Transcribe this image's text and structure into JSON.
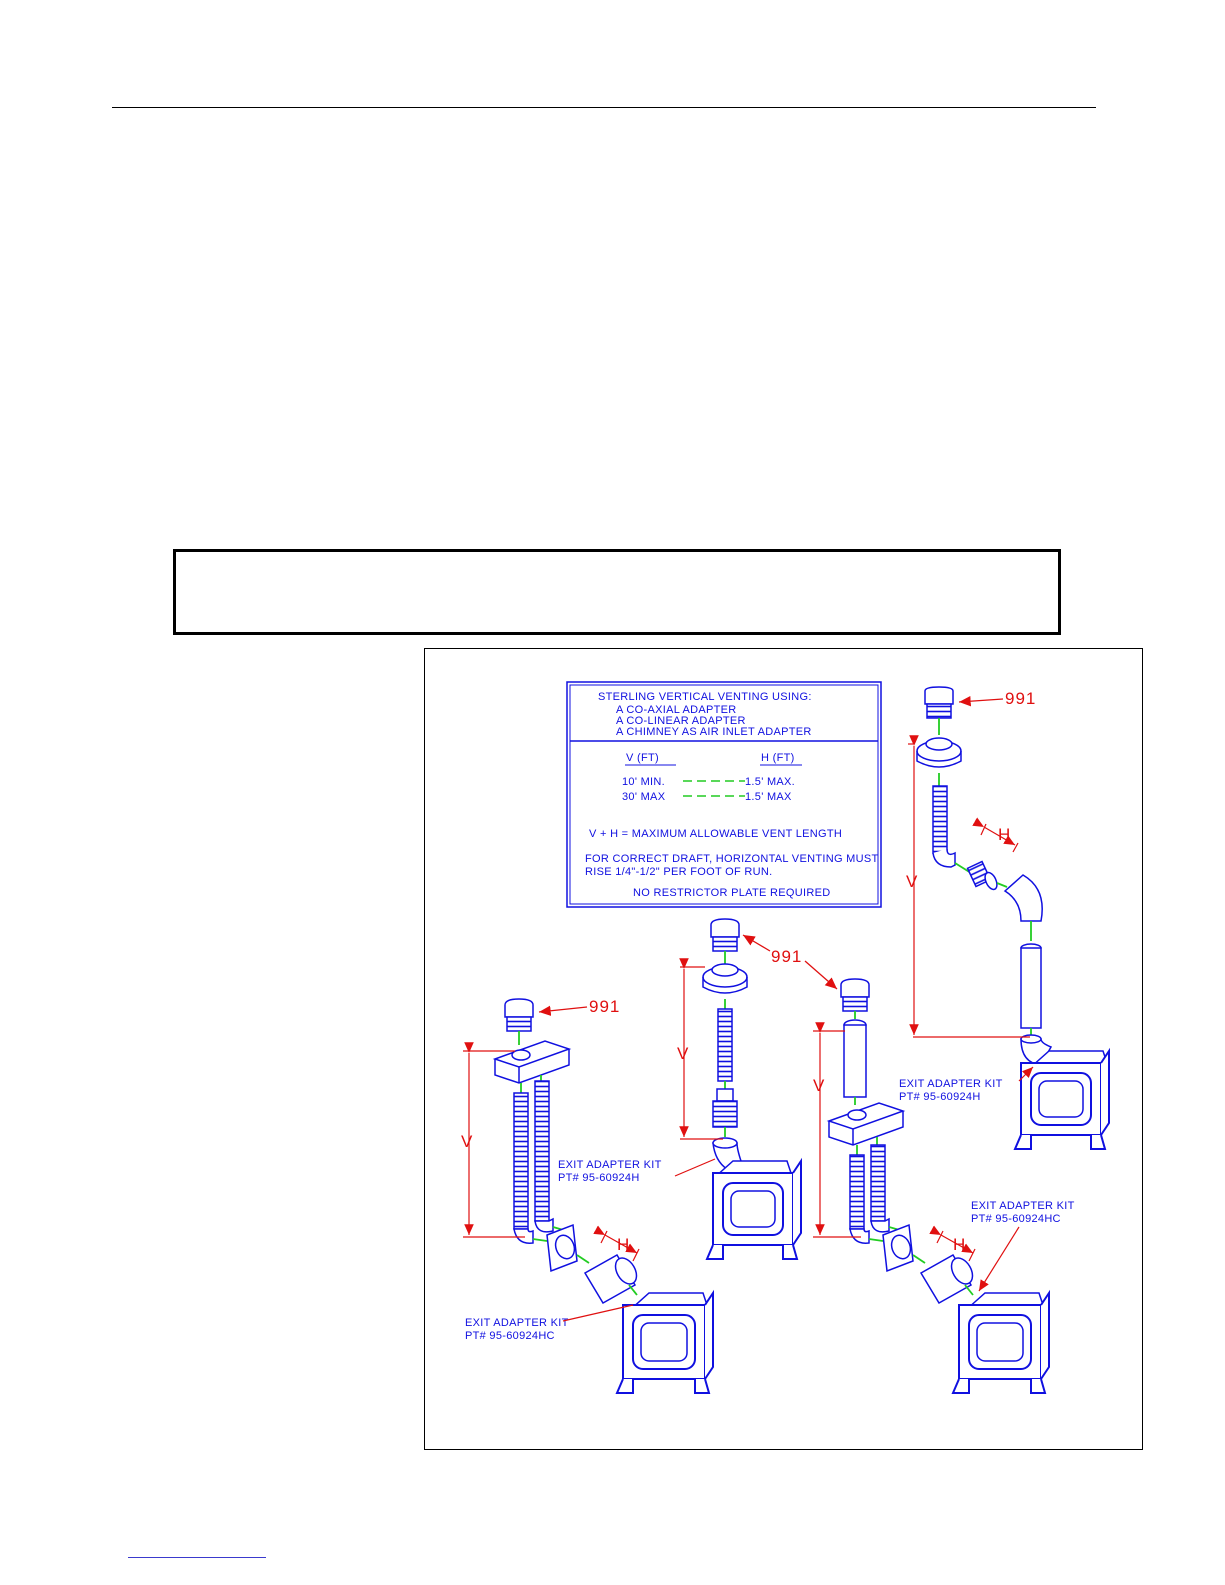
{
  "table": {
    "title_lines": [
      "STERLING VERTICAL VENTING USING:",
      "A CO-AXIAL ADAPTER",
      "A CO-LINEAR ADAPTER",
      "A CHIMNEY AS AIR INLET ADAPTER"
    ],
    "col_v": "V (FT)",
    "col_h": "H (FT)",
    "rows": [
      {
        "v": "10' MIN.",
        "h": "1.5' MAX."
      },
      {
        "v": "30' MAX",
        "h": "1.5' MAX"
      }
    ],
    "formula": "V + H = MAXIMUM ALLOWABLE VENT LENGTH",
    "note_lines": [
      "FOR CORRECT DRAFT, HORIZONTAL VENTING MUST",
      "RISE 1/4\"-1/2\" PER FOOT OF RUN."
    ],
    "restrictor": "NO RESTRICTOR PLATE REQUIRED"
  },
  "callouts": {
    "part_991": "991",
    "dim_v": "V",
    "dim_h": "H",
    "exit_kit_label": "EXIT ADAPTER KIT",
    "pt_h": "PT# 95-60924H",
    "pt_hc": "PT# 95-60924HC"
  },
  "colors": {
    "drawing": "#1010e0",
    "dimension": "#e01010",
    "connector": "#22cc22"
  }
}
